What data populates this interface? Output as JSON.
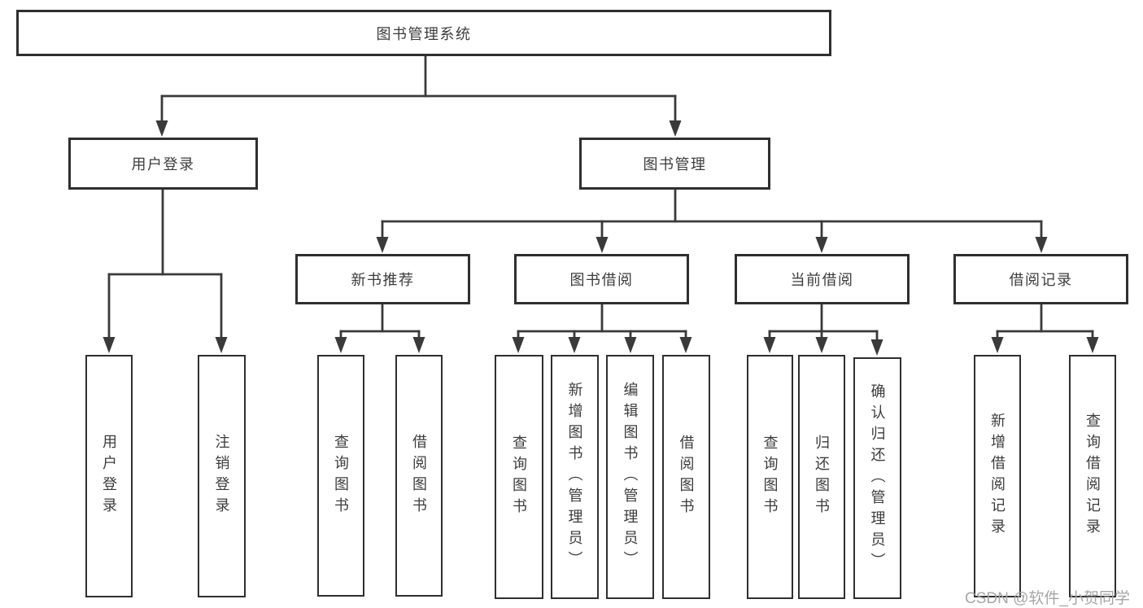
{
  "diagram": {
    "root": "图书管理系统",
    "level2": [
      "用户登录",
      "图书管理"
    ],
    "level3": [
      "新书推荐",
      "图书借阅",
      "当前借阅",
      "借阅记录"
    ],
    "leaves": [
      "用户登录",
      "注销登录",
      "查询图书",
      "借阅图书",
      "查询图书",
      "新增图书（管理员）",
      "编辑图书（管理员）",
      "借阅图书",
      "查询图书",
      "归还图书",
      "确认归还（管理员）",
      "新增借阅记录",
      "查询借阅记录"
    ]
  },
  "watermark": "CSDN @软件_小贺同学",
  "colors": {
    "line": "#3a3a3a",
    "border": "#2f2f2f",
    "text": "#3c3c3c",
    "watermark": "#a6a6a6",
    "background": "#ffffff"
  }
}
